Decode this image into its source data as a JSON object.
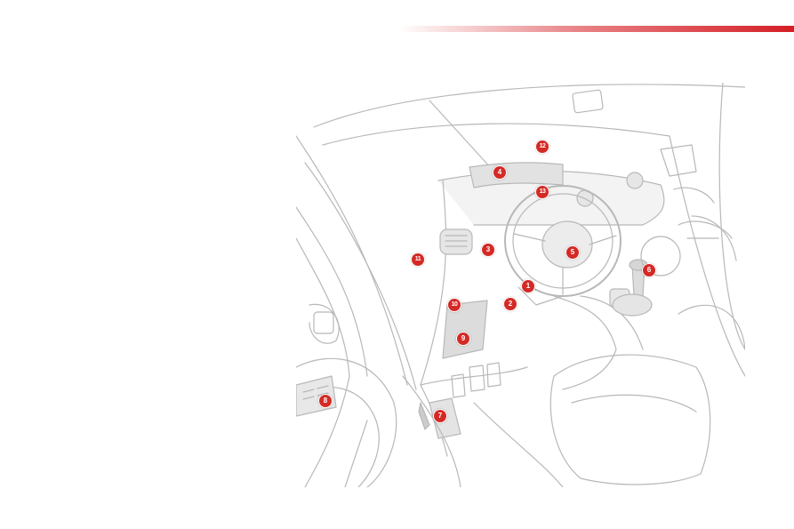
{
  "header": {
    "accent_color": "#d41e25"
  },
  "diagram": {
    "markers": [
      {
        "id": "1",
        "label": "1"
      },
      {
        "id": "2",
        "label": "2"
      },
      {
        "id": "3",
        "label": "3"
      },
      {
        "id": "4",
        "label": "4"
      },
      {
        "id": "5",
        "label": "5"
      },
      {
        "id": "6",
        "label": "6"
      },
      {
        "id": "7",
        "label": "7"
      },
      {
        "id": "8",
        "label": "8"
      },
      {
        "id": "9",
        "label": "9"
      },
      {
        "id": "10",
        "label": "10"
      },
      {
        "id": "11",
        "label": "11"
      },
      {
        "id": "12",
        "label": "12"
      },
      {
        "id": "13",
        "label": "13"
      }
    ],
    "marker_color": "#d42a26",
    "line_color": "#b5b5b5",
    "fill_color": "#e4e4e4"
  }
}
